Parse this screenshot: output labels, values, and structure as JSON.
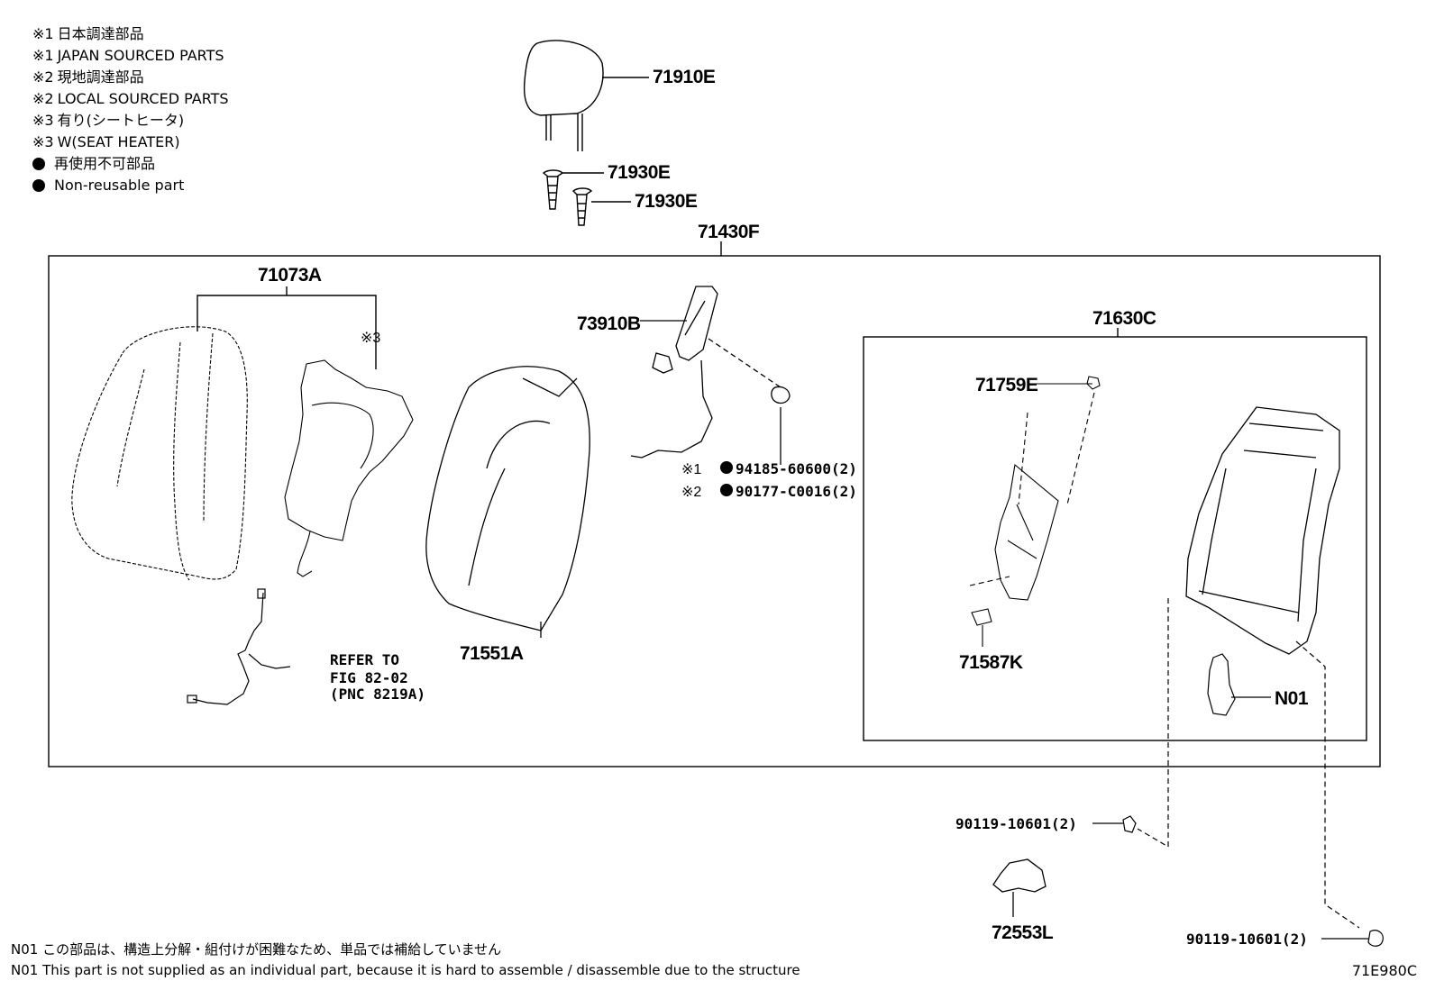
{
  "legend": [
    {
      "mark": "※1",
      "text": "日本調達部品"
    },
    {
      "mark": "※1",
      "text": "JAPAN SOURCED PARTS"
    },
    {
      "mark": "※2",
      "text": "現地調達部品"
    },
    {
      "mark": "※2",
      "text": "LOCAL SOURCED PARTS"
    },
    {
      "mark": "※3",
      "text": "有り(シートヒータ)"
    },
    {
      "mark": "※3",
      "text": "W(SEAT HEATER)"
    },
    {
      "mark": "●",
      "text": "再使用不可部品"
    },
    {
      "mark": "●",
      "text": "Non-reusable part"
    }
  ],
  "parts": {
    "headrest": "71910E",
    "guide_1": "71930E",
    "guide_2": "71930E",
    "assembly": "71430F",
    "cover": "71073A",
    "heater_mark": "※3",
    "pad": "71551A",
    "airbag": "73910B",
    "nut_japan_mark": "※1",
    "nut_japan": "94185-60600(2)",
    "nut_local_mark": "※2",
    "nut_local": "90177-C0016(2)",
    "refer_line1": "REFER TO",
    "refer_line2": "FIG 82-02",
    "refer_line3": "(PNC 8219A)",
    "frame": "71630C",
    "nut_frame": "71759E",
    "bracket": "71587K",
    "motor": "N01",
    "bolt_1": "90119-10601(2)",
    "bolt_2": "90119-10601(2)",
    "cover_part": "72553L"
  },
  "notes": {
    "jp": "N01 この部品は、構造上分解・組付けが困難なため、単品では補給していません",
    "en": "N01 This part is not supplied as an individual part, because it is hard to assemble / disassemble due to the structure"
  },
  "code": "71E980C"
}
